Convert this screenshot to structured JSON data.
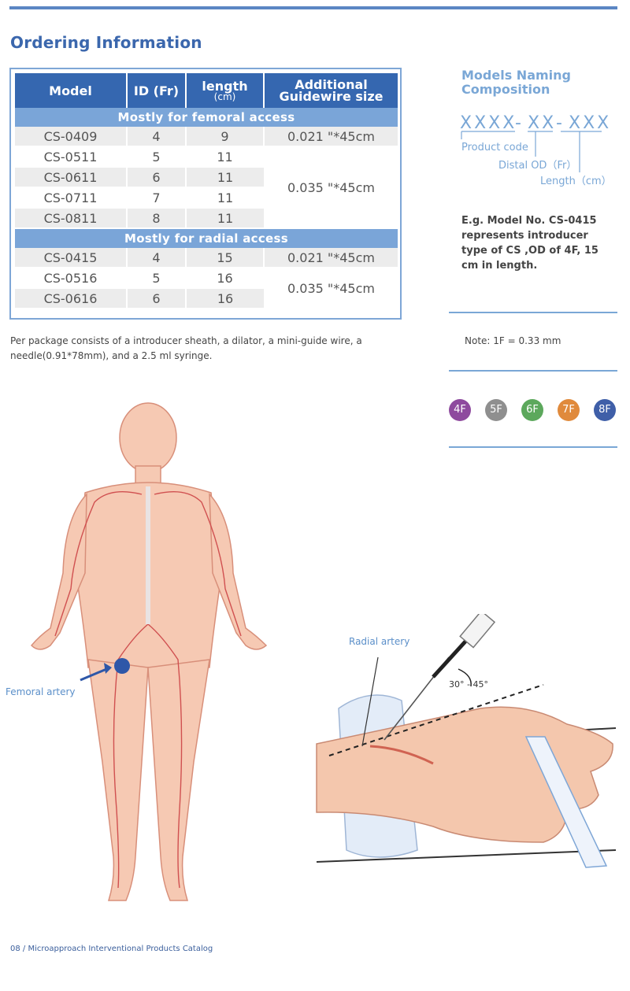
{
  "header": {
    "title": "Ordering Information"
  },
  "table": {
    "columns": [
      {
        "label": "Model",
        "unit": ""
      },
      {
        "label": "ID (Fr)",
        "unit": ""
      },
      {
        "label": "length",
        "unit": "(cm)"
      },
      {
        "label": "Additional",
        "unit": "Guidewire size"
      }
    ],
    "sections": [
      {
        "title": "Mostly for femoral access",
        "rows": [
          [
            "CS-0409",
            "4",
            "9"
          ],
          [
            "CS-0511",
            "5",
            "11"
          ],
          [
            "CS-0611",
            "6",
            "11"
          ],
          [
            "CS-0711",
            "7",
            "11"
          ],
          [
            "CS-0811",
            "8",
            "11"
          ]
        ],
        "guidewires": [
          "0.021 \"*45cm",
          "0.035 \"*45cm"
        ]
      },
      {
        "title": "Mostly for radial access",
        "rows": [
          [
            "CS-0415",
            "4",
            "15"
          ],
          [
            "CS-0516",
            "5",
            "16"
          ],
          [
            "CS-0616",
            "6",
            "16"
          ]
        ],
        "guidewires": [
          "0.021 \"*45cm",
          "0.035 \"*45cm"
        ]
      }
    ]
  },
  "package_note": "Per package consists of a introducer sheath, a dilator, a mini-guide wire, a needle(0.91*78mm), and a 2.5 ml syringe.",
  "naming": {
    "title_line1": "Models Naming",
    "title_line2": "Composition",
    "code_part1": "XXXX",
    "code_part2": "XX",
    "code_part3": "XXX",
    "dash": "-",
    "label_product": "Product code",
    "label_distal": "Distal OD（Fr）",
    "label_length": "Length（cm）",
    "example": "E.g. Model No. CS-0415 represents introducer type of CS ,OD of 4F, 15 cm in length."
  },
  "note": "Note: 1F = 0.33 mm",
  "badges": [
    {
      "label": "4F",
      "color": "#8e4a9e"
    },
    {
      "label": "5F",
      "color": "#8f8f8f"
    },
    {
      "label": "6F",
      "color": "#5ca85c"
    },
    {
      "label": "7F",
      "color": "#e08a3c"
    },
    {
      "label": "8F",
      "color": "#3f5fa8"
    }
  ],
  "illustrations": {
    "femoral_label": "Femoral artery",
    "radial_label": "Radial artery",
    "angle_label": "30° - 45°"
  },
  "footer": "08 / Microapproach Interventional Products Catalog"
}
